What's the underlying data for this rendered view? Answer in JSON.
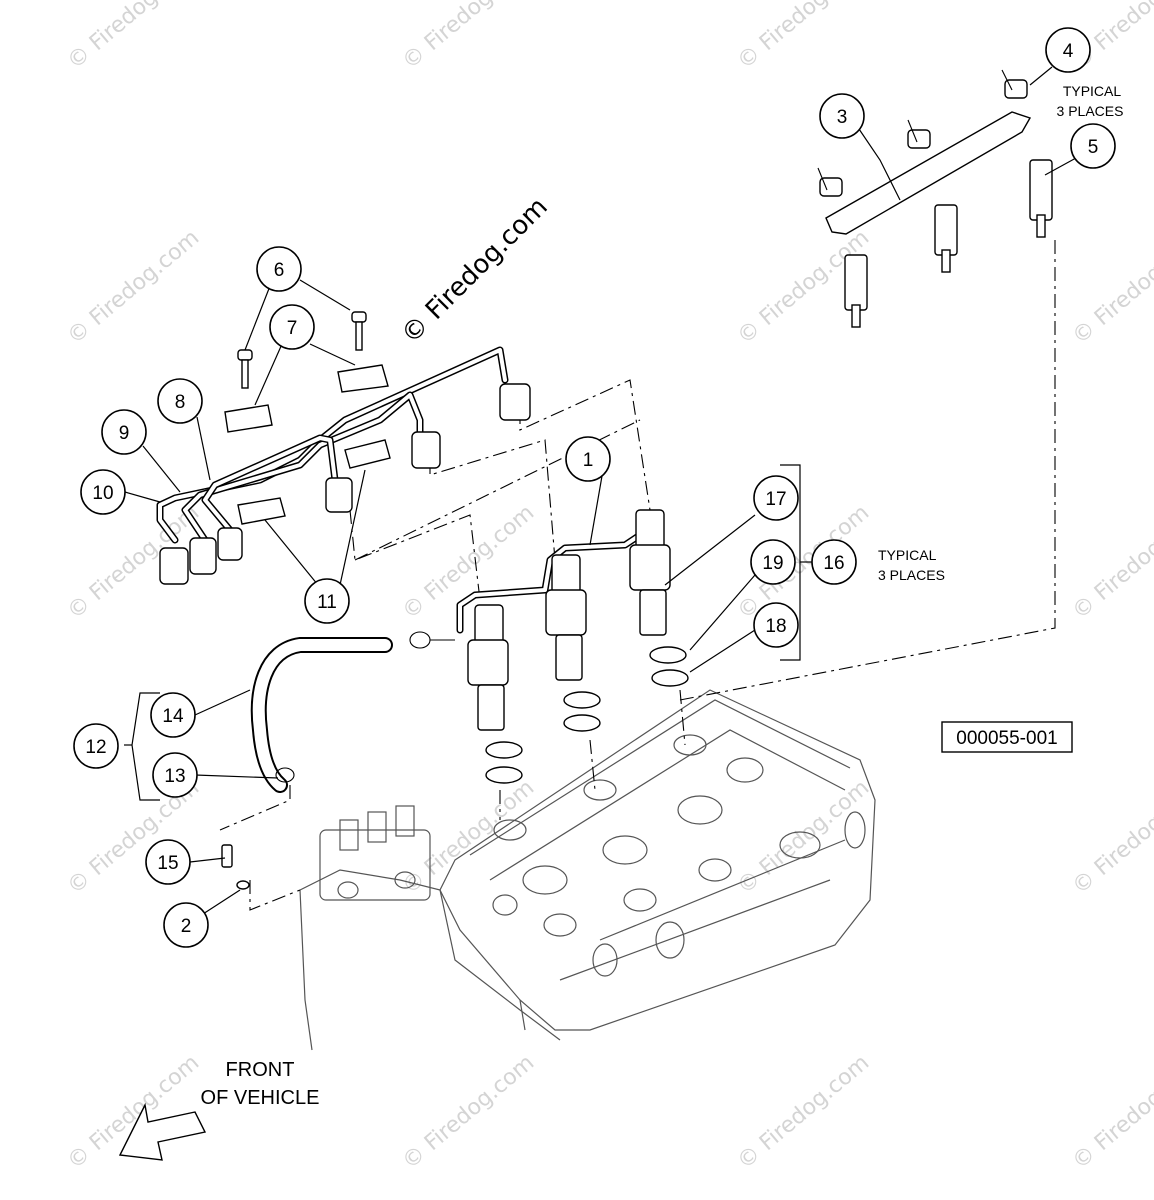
{
  "callouts": [
    {
      "label": "1"
    },
    {
      "label": "2"
    },
    {
      "label": "3"
    },
    {
      "label": "4"
    },
    {
      "label": "5"
    },
    {
      "label": "6"
    },
    {
      "label": "7"
    },
    {
      "label": "8"
    },
    {
      "label": "9"
    },
    {
      "label": "10"
    },
    {
      "label": "11"
    },
    {
      "label": "12"
    },
    {
      "label": "13"
    },
    {
      "label": "14"
    },
    {
      "label": "15"
    },
    {
      "label": "16"
    },
    {
      "label": "17"
    },
    {
      "label": "18"
    },
    {
      "label": "19"
    }
  ],
  "notes": {
    "typical_top_line1": "TYPICAL",
    "typical_top_line2": "3 PLACES",
    "typical_mid_line1": "TYPICAL",
    "typical_mid_line2": "3 PLACES"
  },
  "front": {
    "line1": "FRONT",
    "line2": "OF VEHICLE"
  },
  "reference_code": "000055-001",
  "watermark": "© Firedog.com"
}
